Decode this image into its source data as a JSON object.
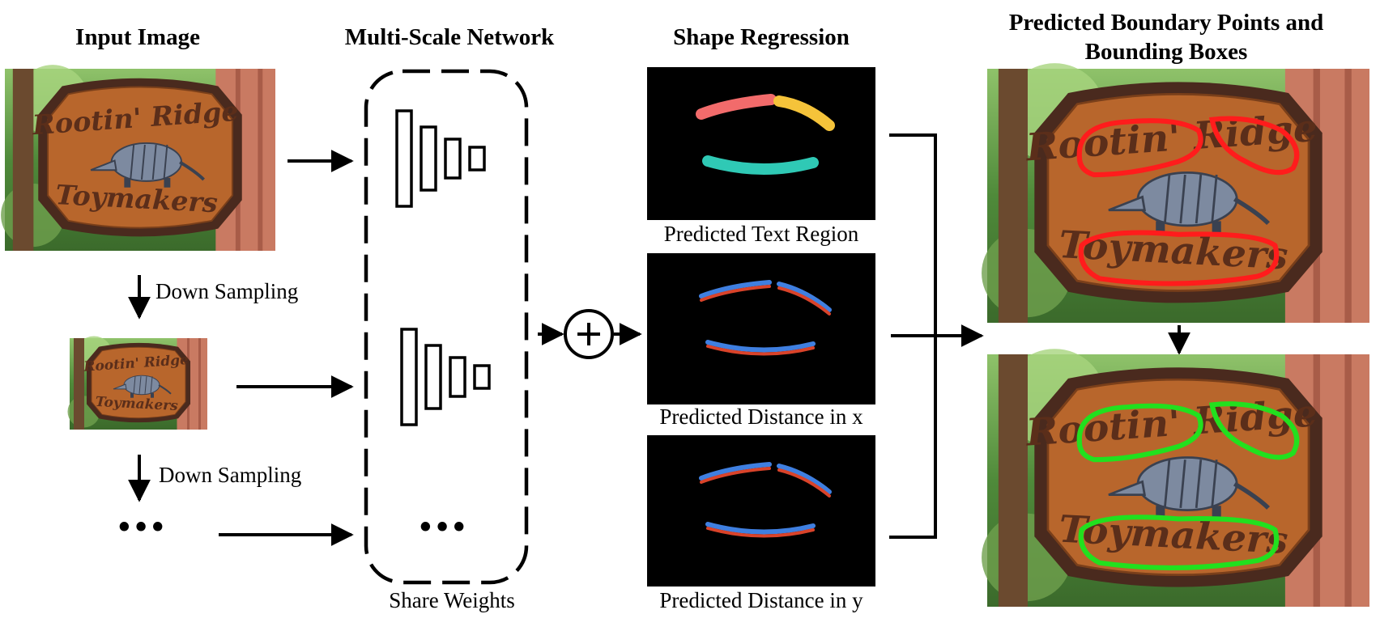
{
  "columns": {
    "input": {
      "title": "Input Image"
    },
    "network": {
      "title": "Multi-Scale Network",
      "caption": "Share Weights",
      "ellipsis": "•••"
    },
    "regression": {
      "title": "Shape Regression"
    },
    "output": {
      "title_line1": "Predicted Boundary Points and",
      "title_line2": "Bounding Boxes"
    }
  },
  "steps": {
    "down_sampling_1": "Down Sampling",
    "down_sampling_2": "Down Sampling",
    "ellipsis": "•••"
  },
  "maps": {
    "text_region": "Predicted Text Region",
    "distance_x": "Predicted Distance in x",
    "distance_y": "Predicted Distance in y"
  },
  "sign": {
    "line1": "Rootin' Ridge",
    "line2": "Toymakers"
  },
  "colors": {
    "text_region_1": "#f26b6b",
    "text_region_2": "#f5c33a",
    "text_region_3": "#2fc9b5",
    "distance_red": "#d9432a",
    "distance_blue": "#3f7fe0",
    "boundary_before": "#ff1c1c",
    "boundary_after": "#22e01e",
    "sign_wood": "#b8662c",
    "foliage": "#4f8a3a"
  }
}
